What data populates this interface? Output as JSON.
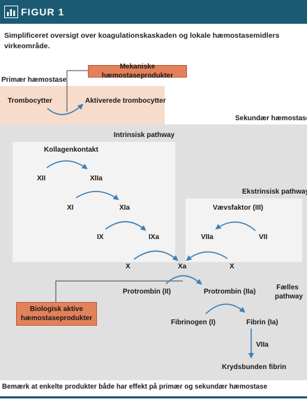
{
  "header": {
    "title": "FIGUR 1",
    "icon": "bar-chart-icon"
  },
  "caption": "Simplificeret oversigt over koagulationskaskaden og lokale hæmostasemidlers virkeområde.",
  "diagram": {
    "primary_label": "Primær hæmostase",
    "secondary_label": "Sekundær hæmostase",
    "mechanical_products": "Mekaniske hæmostaseprodukter",
    "biologic_products": "Biologisk aktive hæmostaseprodukter",
    "intrinsic_title": "Intrinsisk pathway",
    "extrinsic_title": "Ekstrinsisk pathway",
    "common_title": "Fælles pathway",
    "nodes": {
      "thrombocytes": "Trombocytter",
      "activated_thrombocytes": "Aktiverede trombocytter",
      "collagen_contact": "Kollagenkontakt",
      "xii": "XII",
      "xiia": "XIIa",
      "xi": "XI",
      "xia": "XIa",
      "ix": "IX",
      "ixa": "IXa",
      "x_intrinsic": "X",
      "xa": "Xa",
      "x_extrinsic": "X",
      "tissue_factor": "Vævsfaktor (III)",
      "viia_extrinsic": "VIIa",
      "vii": "VII",
      "prothrombin": "Protrombin (II)",
      "prothrombin_iia": "Protrombin (IIa)",
      "fibrinogen": "Fibrinogen (I)",
      "fibrin": "Fibrin (Ia)",
      "viia_common": "VIIa",
      "crosslinked_fibrin": "Krydsbunden fibrin"
    }
  },
  "footnote": "Bemærk at enkelte produkter både har effekt på primær og sekundær hæmostase",
  "colors": {
    "header_bg": "#1b5a73",
    "primary_bg": "#f7dccb",
    "secondary_bg": "#e0e0e0",
    "pathway_box_bg": "#f3f3f3",
    "orange_box": "#e3815a",
    "arrow": "#3d7fb4"
  }
}
